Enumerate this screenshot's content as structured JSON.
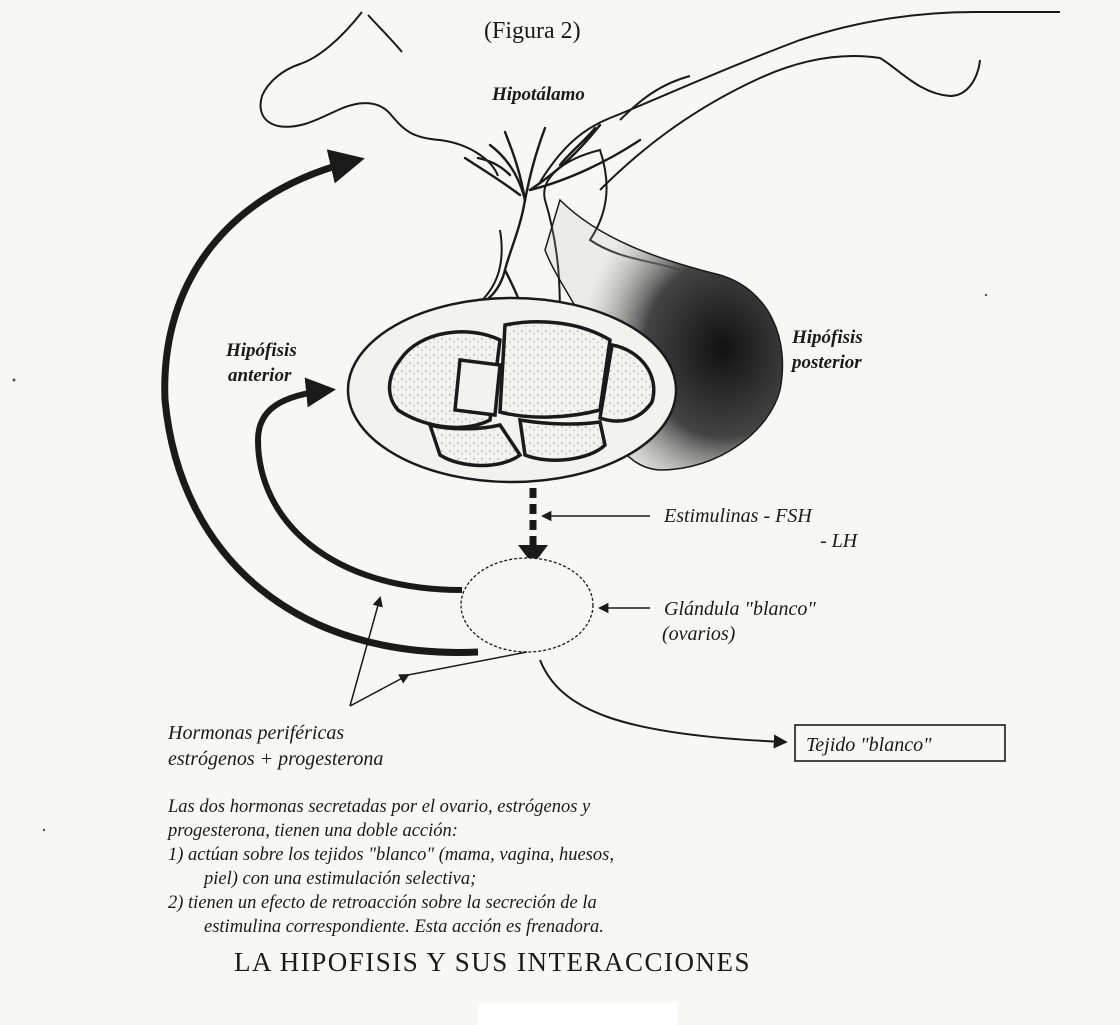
{
  "figure_label": "(Figura 2)",
  "labels": {
    "hypothalamus": "Hipotálamo",
    "anterior_pituitary_line1": "Hipófisis",
    "anterior_pituitary_line2": "anterior",
    "posterior_pituitary_line1": "Hipófisis",
    "posterior_pituitary_line2": "posterior",
    "stimulins_line1": "Estimulinas - FSH",
    "stimulins_line2": "- LH",
    "target_gland_line1": "Glándula \"blanco\"",
    "target_gland_line2": "(ovarios)",
    "peripheral_hormones_line1": "Hormonas periféricas",
    "peripheral_hormones_line2": "estrógenos + progesterona",
    "target_tissue": "Tejido \"blanco\""
  },
  "caption": {
    "line1": "Las dos hormonas secretadas por el ovario, estrógenos y",
    "line2": "progesterona, tienen una doble acción:",
    "line3": "1) actúan sobre los tejidos \"blanco\" (mama, vagina, huesos,",
    "line4": "piel) con una estimulación selectiva;",
    "line5": "2) tienen un efecto de retroacción sobre la secreción de la",
    "line6": "estimulina correspondiente. Esta acción es frenadora."
  },
  "title": "LA HIPOFISIS Y SUS INTERACCIONES"
}
